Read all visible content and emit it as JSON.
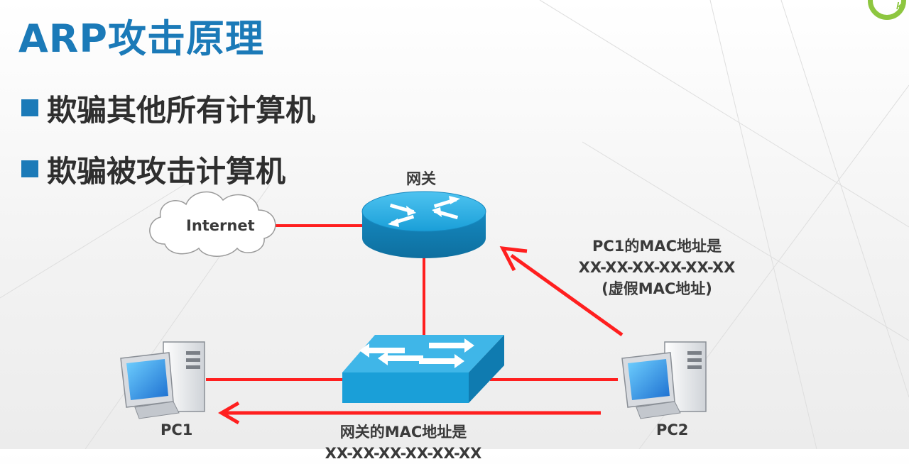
{
  "slide": {
    "title": "ARP攻击原理",
    "bullets": [
      "欺骗其他所有计算机",
      "欺骗被攻击计算机"
    ]
  },
  "logo": {
    "text": "k"
  },
  "diagram": {
    "internet_label": "Internet",
    "gateway_label": "网关",
    "pc1_label": "PC1",
    "pc2_label": "PC2",
    "msg_to_gateway": [
      "PC1的MAC地址是",
      "XX-XX-XX-XX-XX-XX",
      "(虚假MAC地址)"
    ],
    "msg_to_pc1": [
      "网关的MAC地址是",
      "XX-XX-XX-XX-XX-XX"
    ]
  },
  "colors": {
    "accent": "#1b7ab8",
    "link": "#ff1f1f",
    "device": "#1a9fd8",
    "text": "#3a3a3a"
  }
}
